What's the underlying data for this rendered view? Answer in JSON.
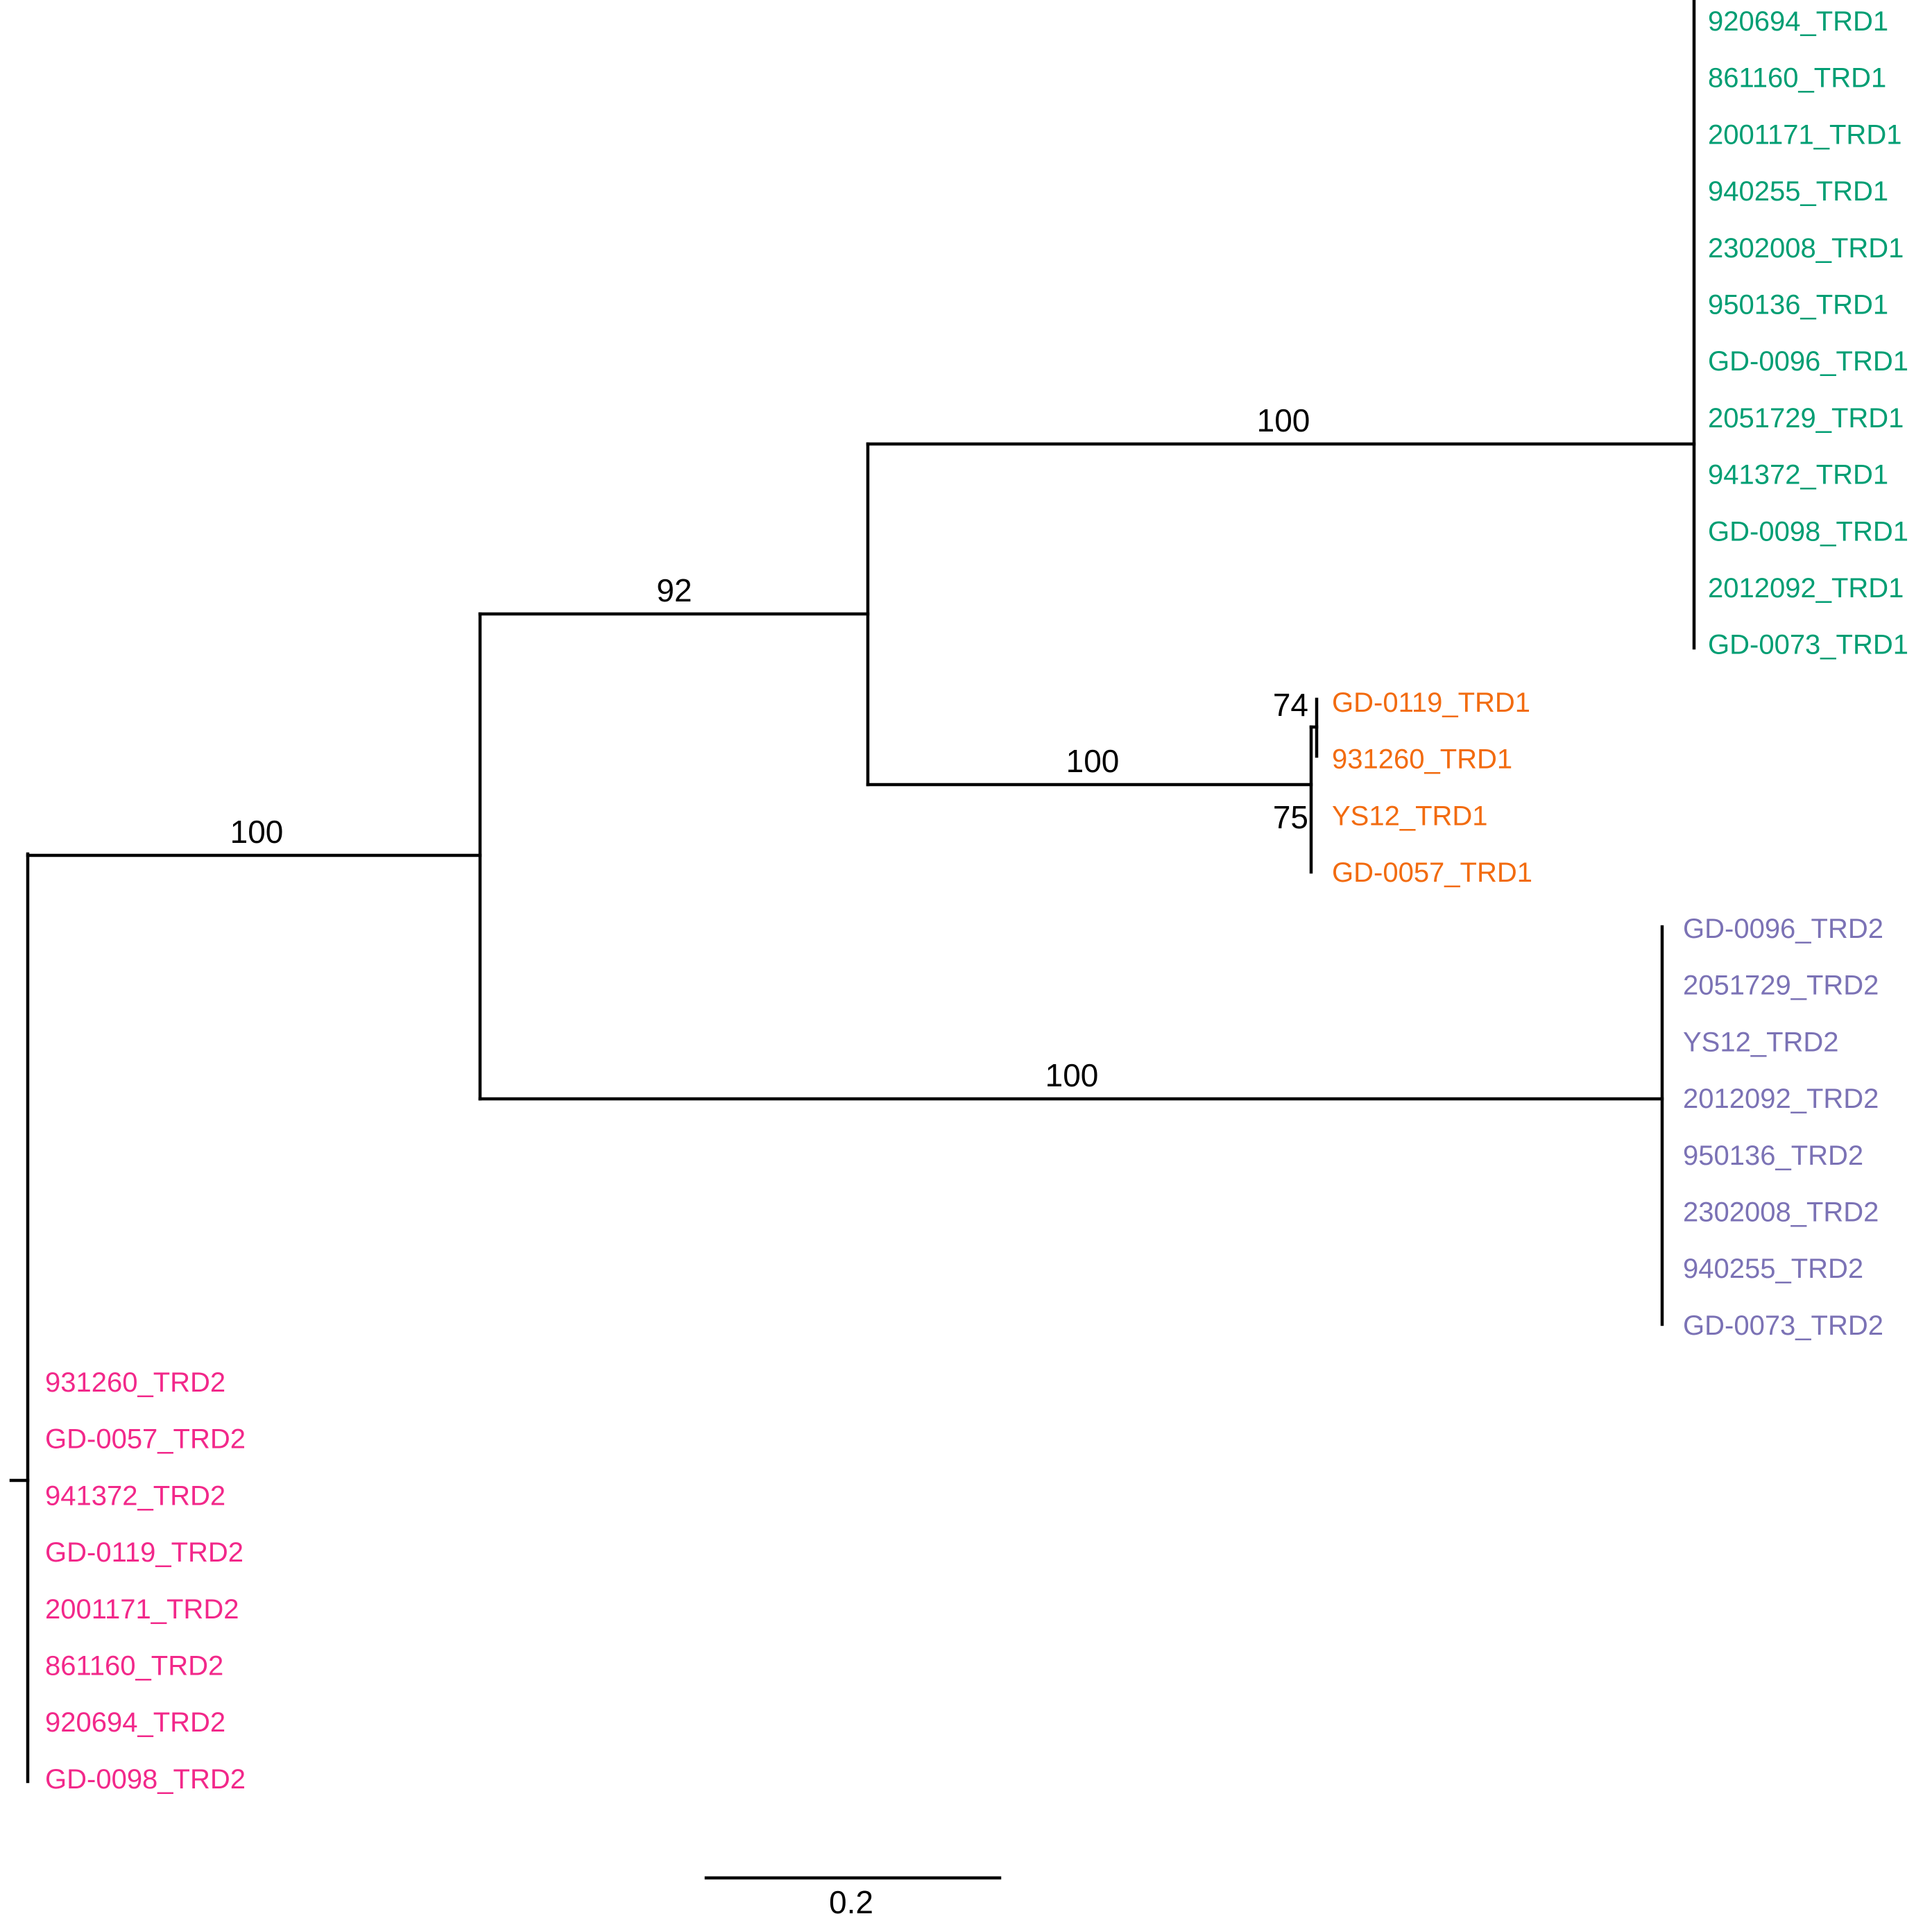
{
  "clades": {
    "trd1_green": {
      "color": "#009e73",
      "labels": [
        "920694_TRD1",
        "861160_TRD1",
        "2001171_TRD1",
        "940255_TRD1",
        "2302008_TRD1",
        "950136_TRD1",
        "GD-0096_TRD1",
        "2051729_TRD1",
        "941372_TRD1",
        "GD-0098_TRD1",
        "2012092_TRD1",
        "GD-0073_TRD1"
      ]
    },
    "trd1_orange": {
      "color": "#f26b0f",
      "labels": [
        "GD-0119_TRD1",
        "931260_TRD1",
        "YS12_TRD1",
        "GD-0057_TRD1"
      ]
    },
    "trd2_purple": {
      "color": "#7b72b5",
      "labels": [
        "GD-0096_TRD2",
        "2051729_TRD2",
        "YS12_TRD2",
        "2012092_TRD2",
        "950136_TRD2",
        "2302008_TRD2",
        "940255_TRD2",
        "GD-0073_TRD2"
      ]
    },
    "trd2_pink": {
      "color": "#f2288a",
      "labels": [
        "931260_TRD2",
        "GD-0057_TRD2",
        "941372_TRD2",
        "GD-0119_TRD2",
        "2001171_TRD2",
        "861160_TRD2",
        "920694_TRD2",
        "GD-0098_TRD2"
      ]
    }
  },
  "support": {
    "root_to_main": "100",
    "to_trd1": "92",
    "green_clade": "100",
    "orange_clade": "100",
    "orange_sub_top": "74",
    "orange_sub_bottom": "75",
    "purple_clade": "100"
  },
  "scale_bar": {
    "label": "0.2"
  }
}
